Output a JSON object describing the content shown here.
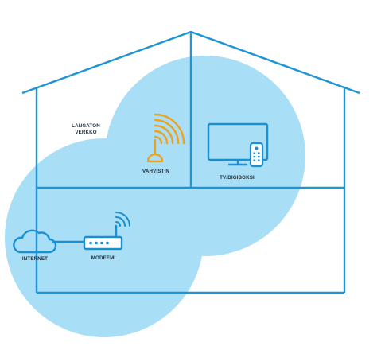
{
  "colors": {
    "coverage": "#a8def6",
    "house_lines": "#1e95d4",
    "device_blue": "#1a8fd2",
    "extender_orange": "#f0a21c",
    "label_text": "#1d2e3a",
    "background": "#ffffff"
  },
  "labels": {
    "wireless_network_line1": "LANGATON",
    "wireless_network_line2": "VERKKO",
    "extender": "VAHVISTIN",
    "tv": "TV/DIGIBOKSI",
    "internet": "INTERNET",
    "modem": "MODEEMI"
  },
  "icons": {
    "extender": "wifi-extender-icon",
    "tv": "tv-icon",
    "remote": "remote-control-icon",
    "cloud": "cloud-icon",
    "modem": "modem-router-icon",
    "signal": "wifi-signal-icon"
  }
}
